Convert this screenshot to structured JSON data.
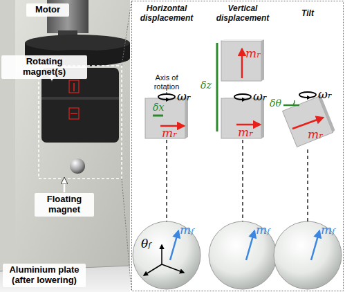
{
  "diagram": {
    "nodes": [
      {
        "text": [
          "Motor"
        ]
      },
      {
        "text": [
          "Rotating magnet(s)"
        ]
      },
      {
        "text": [
          "Floating magnet"
        ]
      },
      {
        "text": [
          "Aluminium plate (after lowering)"
        ]
      },
      {
        "text": [
          "mr"
        ]
      },
      {
        "text": [
          "mr"
        ]
      },
      {
        "text": [
          "mr"
        ]
      },
      {
        "text": [
          "mr"
        ]
      },
      {
        "text": [
          "θf",
          "mf"
        ]
      },
      {
        "text": [
          "mf"
        ]
      },
      {
        "text": [
          "mf"
        ]
      }
    ],
    "edges": [
      {
        "from": 4,
        "to": 8,
        "arrow": "none"
      },
      {
        "from": 6,
        "to": 9,
        "arrow": "none"
      },
      {
        "from": 7,
        "to": 10,
        "arrow": "none"
      }
    ],
    "labels": [
      "Horizontal displacement",
      "Vertical displacement",
      "Tilt",
      "Axis of rotation",
      "ωr",
      "δx",
      "ωr",
      "δz",
      "ωr",
      "δθ"
    ]
  }
}
